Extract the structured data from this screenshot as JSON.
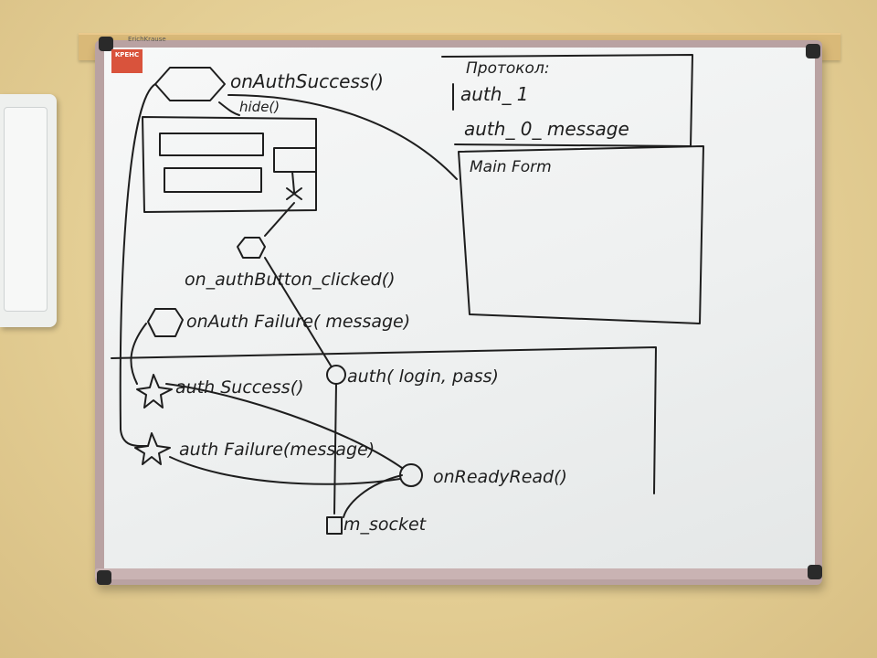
{
  "sticker_text": "KPEHC",
  "rail_label": "ErichKrause",
  "whiteboard": {
    "protocol_title": "Протокол:",
    "protocol_line_1": "auth_ 1",
    "protocol_line_2": "auth_ 0_ message",
    "main_form_label": "Main Form",
    "on_auth_success": "onAuthSuccess()",
    "hide": "hide()",
    "on_auth_button_clicked": "on_authButton_clicked()",
    "on_auth_failure": "onAuth Failure( message)",
    "auth_success": "auth Success()",
    "auth_call": "auth( login, pass)",
    "auth_failure": "auth Failure(message)",
    "on_ready_read": "onReadyRead()",
    "m_socket": "m_socket"
  }
}
